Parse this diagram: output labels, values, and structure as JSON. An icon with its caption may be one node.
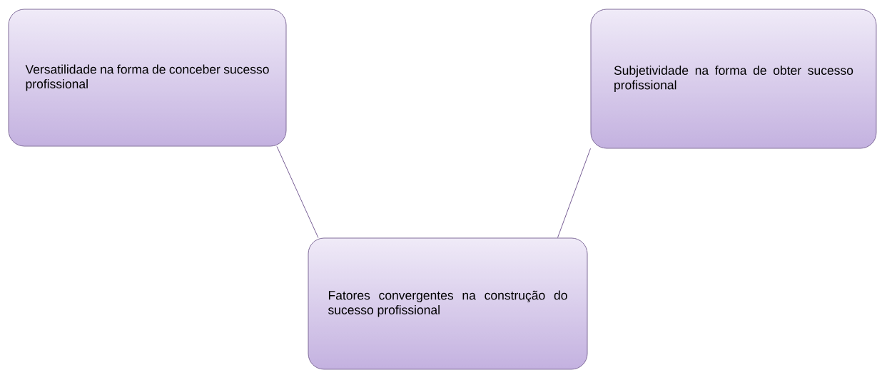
{
  "diagram": {
    "nodes": [
      {
        "text": [
          "Versatilidade na forma de conceber sucesso profissional"
        ]
      },
      {
        "text": [
          "Subjetividade na forma de obter sucesso profissional"
        ]
      },
      {
        "text": [
          "Fatores convergentes na construção do sucesso profissional"
        ]
      }
    ],
    "edges": [
      {
        "from": 0,
        "to": 2,
        "arrow": "none"
      },
      {
        "from": 1,
        "to": 2,
        "arrow": "none"
      }
    ]
  }
}
